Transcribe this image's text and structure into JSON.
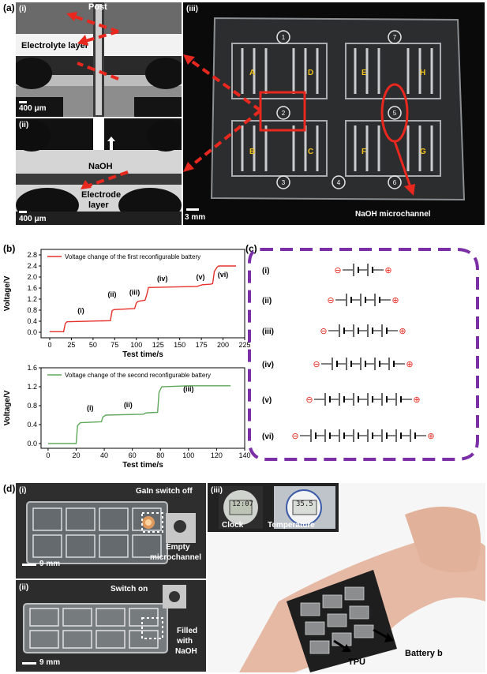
{
  "panel_a": {
    "label": "(a)",
    "i": {
      "label": "(i)",
      "post": "Post",
      "electrolyte": "Electrolyte layer",
      "scale": "400 μm"
    },
    "ii": {
      "label": "(ii)",
      "naoh": "NaOH",
      "electrode_1": "Electrode",
      "electrode_2": "layer",
      "scale": "400 μm"
    },
    "iii": {
      "label": "(iii)",
      "scale": "3 mm",
      "channel": "NaOH microchannel",
      "cells": [
        "A",
        "D",
        "E",
        "H",
        "B",
        "C",
        "F",
        "G"
      ],
      "valves": [
        "1",
        "2",
        "3",
        "4",
        "5",
        "6",
        "7"
      ]
    }
  },
  "panel_b": {
    "label": "(b)"
  },
  "panel_c": {
    "label": "(c)",
    "rows": [
      {
        "label": "(i)",
        "cells": 2
      },
      {
        "label": "(ii)",
        "cells": 3
      },
      {
        "label": "(iii)",
        "cells": 4
      },
      {
        "label": "(iv)",
        "cells": 5
      },
      {
        "label": "(v)",
        "cells": 6
      },
      {
        "label": "(vi)",
        "cells": 8
      }
    ],
    "neg": "⊖",
    "pos": "⊕"
  },
  "panel_d": {
    "label": "(d)",
    "i": {
      "label": "(i)",
      "switch": "GaIn switch off",
      "empty_1": "Empty",
      "empty_2": "microchannel",
      "scale": "9 mm"
    },
    "ii": {
      "label": "(ii)",
      "switch": "Switch on",
      "filled_1": "Filled",
      "filled_2": "with",
      "filled_3": "NaOH",
      "scale": "9 mm"
    },
    "iii": {
      "label": "(iii)",
      "clock": "Clock",
      "temperature": "Temperature",
      "tpu": "TPU",
      "battery": "Battery b",
      "clock_reading": "12:07",
      "temp_reading": "35.5"
    }
  },
  "chart_data": [
    {
      "type": "line",
      "legend": "Voltage change of the first reconfigurable battery",
      "xlabel": "Test time/s",
      "ylabel": "Voltage/V",
      "xlim": [
        -10,
        225
      ],
      "ylim": [
        -0.2,
        3.0
      ],
      "xticks": [
        "0",
        "25",
        "50",
        "75",
        "100",
        "125",
        "150",
        "175",
        "200",
        "225"
      ],
      "yticks": [
        "0.0",
        "0.4",
        "0.8",
        "1.2",
        "1.6",
        "2.0",
        "2.4",
        "2.8"
      ],
      "color": "#e8302b",
      "x": [
        0,
        16,
        18,
        20,
        70,
        72,
        74,
        98,
        100,
        102,
        110,
        112,
        114,
        170,
        174,
        176,
        186,
        188,
        190,
        193,
        195,
        215
      ],
      "y": [
        0.02,
        0.02,
        0.32,
        0.38,
        0.42,
        0.78,
        0.82,
        0.86,
        1.06,
        1.12,
        1.16,
        1.36,
        1.62,
        1.66,
        1.7,
        1.72,
        1.74,
        1.76,
        2.2,
        2.35,
        2.4,
        2.4
      ],
      "annotations": [
        {
          "text": "(i)",
          "x": 36,
          "y": 0.7
        },
        {
          "text": "(ii)",
          "x": 72,
          "y": 1.28
        },
        {
          "text": "(iii)",
          "x": 98,
          "y": 1.36
        },
        {
          "text": "(iv)",
          "x": 130,
          "y": 1.86
        },
        {
          "text": "(v)",
          "x": 174,
          "y": 1.92
        },
        {
          "text": "(vi)",
          "x": 200,
          "y": 2.0
        }
      ]
    },
    {
      "type": "line",
      "legend": "Voltage change of the second reconfigurable battery",
      "xlabel": "Test time/s",
      "ylabel": "Voltage/V",
      "xlim": [
        -5,
        140
      ],
      "ylim": [
        -0.1,
        1.6
      ],
      "xticks": [
        "0",
        "20",
        "40",
        "60",
        "80",
        "100",
        "120",
        "140"
      ],
      "yticks": [
        "0.0",
        "0.4",
        "0.8",
        "1.2",
        "1.6"
      ],
      "color": "#5fa85a",
      "x": [
        0,
        20,
        21,
        23,
        38,
        39,
        41,
        68,
        69,
        71,
        78,
        79,
        81,
        100,
        130
      ],
      "y": [
        0.0,
        0.0,
        0.38,
        0.44,
        0.46,
        0.56,
        0.6,
        0.62,
        0.64,
        0.65,
        0.66,
        1.08,
        1.2,
        1.22,
        1.22
      ],
      "annotations": [
        {
          "text": "(i)",
          "x": 30,
          "y": 0.7
        },
        {
          "text": "(ii)",
          "x": 57,
          "y": 0.77
        },
        {
          "text": "(iii)",
          "x": 100,
          "y": 1.1
        }
      ]
    }
  ]
}
